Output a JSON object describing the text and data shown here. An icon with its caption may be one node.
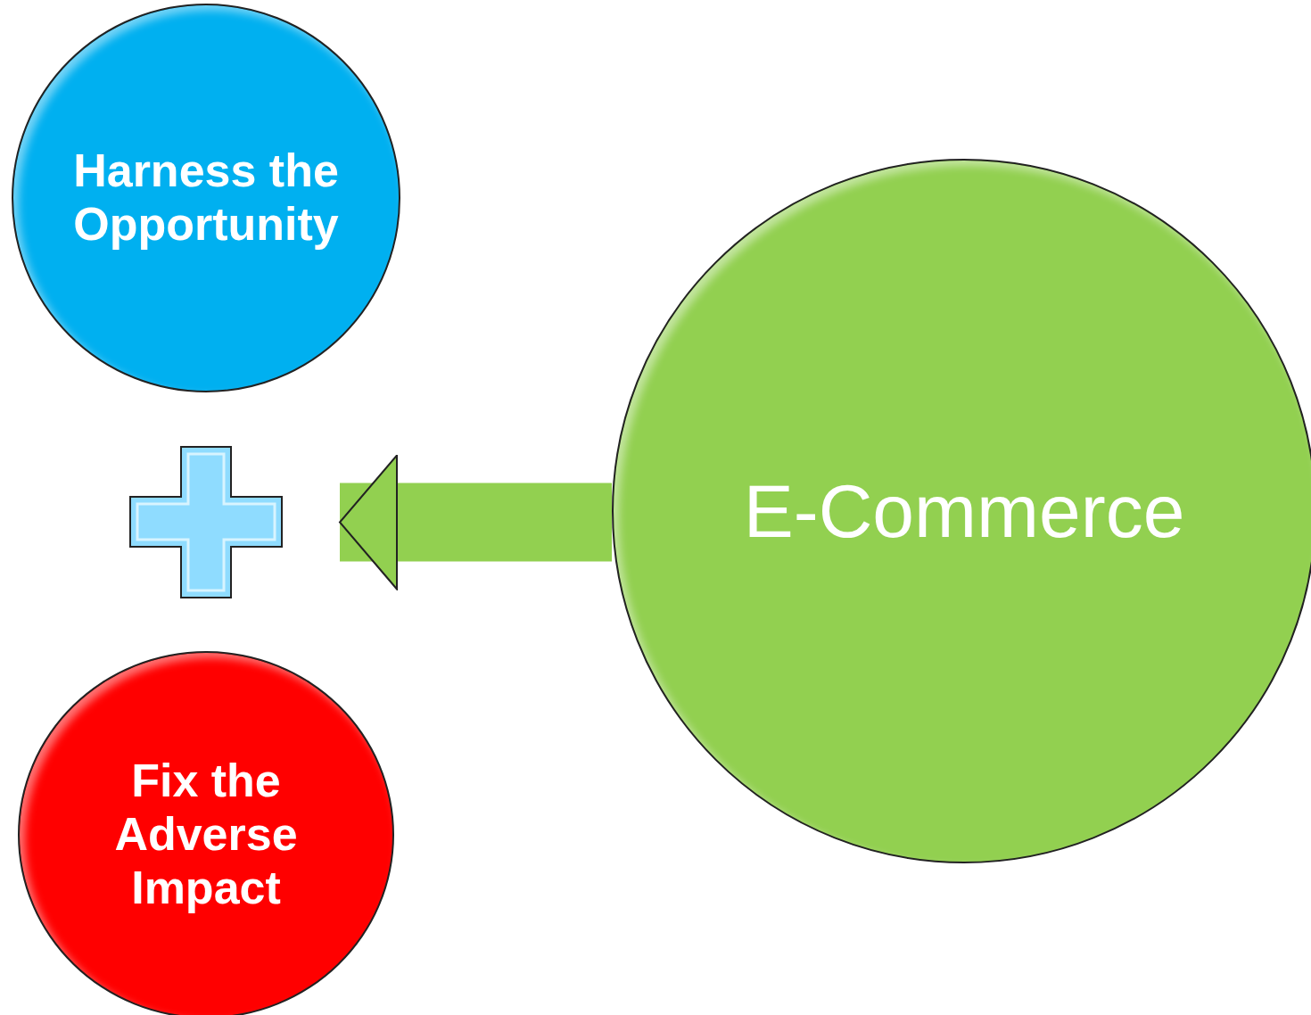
{
  "diagram": {
    "nodes": [
      {
        "text": [
          "Harness the Opportunity"
        ]
      },
      {
        "text": [],
        "shape": "plus"
      },
      {
        "text": [
          "Fix the Adverse Impact"
        ]
      },
      {
        "text": [
          "E-Commerce"
        ]
      }
    ],
    "edges": [
      {
        "from": 3,
        "to": 1,
        "arrow": "to"
      }
    ]
  }
}
